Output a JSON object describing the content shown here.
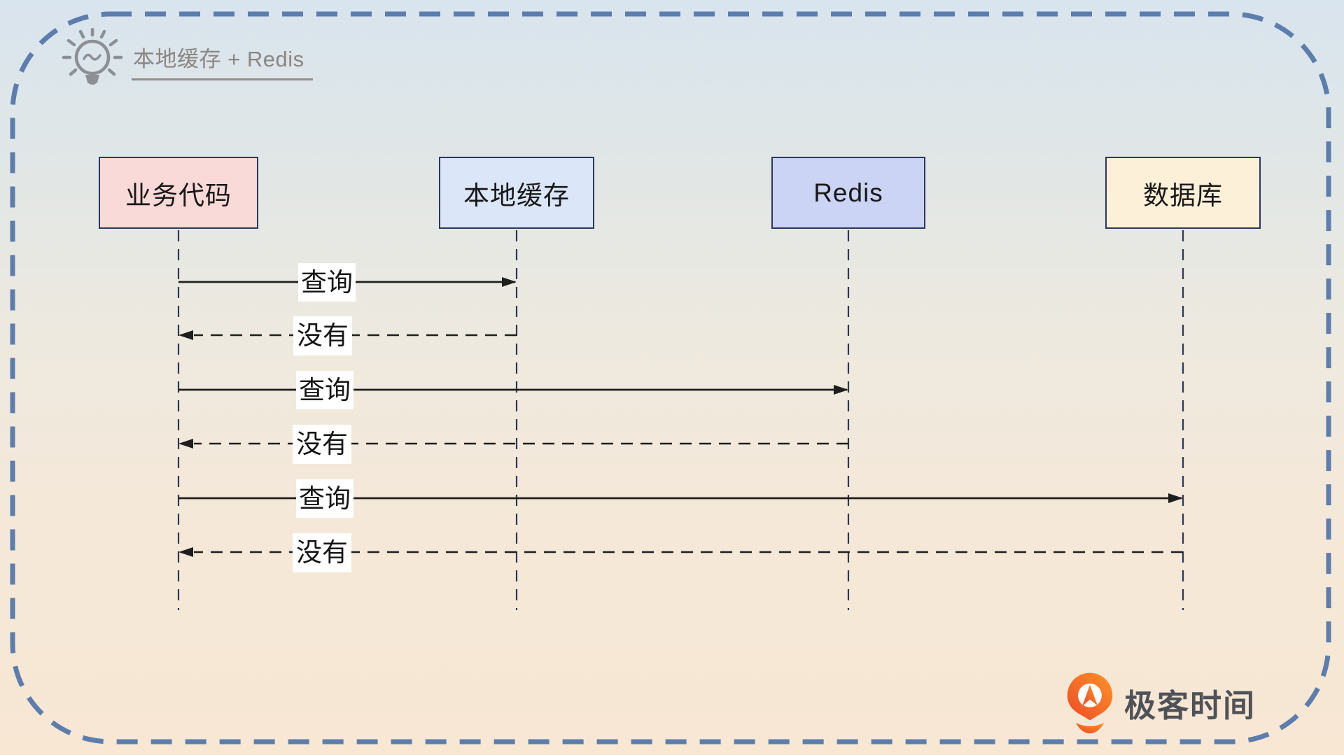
{
  "title": {
    "icon": "lightbulb-icon",
    "text": "本地缓存 + Redis"
  },
  "diagram_type": "sequence",
  "actors": [
    {
      "label": "业务代码",
      "fill": "#fad9d9"
    },
    {
      "label": "本地缓存",
      "fill": "#dbe6f8"
    },
    {
      "label": "Redis",
      "fill": "#ccd4f5"
    },
    {
      "label": "数据库",
      "fill": "#fcf0d9"
    }
  ],
  "messages": [
    {
      "label": "查询",
      "from": "业务代码",
      "to": "本地缓存",
      "line": "solid"
    },
    {
      "label": "没有",
      "from": "本地缓存",
      "to": "业务代码",
      "line": "dashed"
    },
    {
      "label": "查询",
      "from": "业务代码",
      "to": "Redis",
      "line": "solid"
    },
    {
      "label": "没有",
      "from": "Redis",
      "to": "业务代码",
      "line": "dashed"
    },
    {
      "label": "查询",
      "from": "业务代码",
      "to": "数据库",
      "line": "solid"
    },
    {
      "label": "没有",
      "from": "数据库",
      "to": "业务代码",
      "line": "dashed"
    }
  ],
  "watermark": {
    "icon": "geektime-pin-icon",
    "text": "极客时间"
  },
  "colors": {
    "background_top": "#d8e4ee",
    "background_bottom": "#f7e7d3",
    "frame_dash": "#5d7dad",
    "actor_border": "#2c3760",
    "business_code_fill": "#fad9d9",
    "local_cache_fill": "#dbe6f8",
    "redis_fill": "#ccd4f5",
    "database_fill": "#fcf0d9",
    "lifeline": "#2e3754",
    "arrow": "#1e1e1e",
    "message_label_bg": "#ffffff",
    "title_text": "#8b8682",
    "logo_text": "#4f5257",
    "logo_orange_dark": "#ee4a26",
    "logo_orange_light": "#fc9328"
  }
}
